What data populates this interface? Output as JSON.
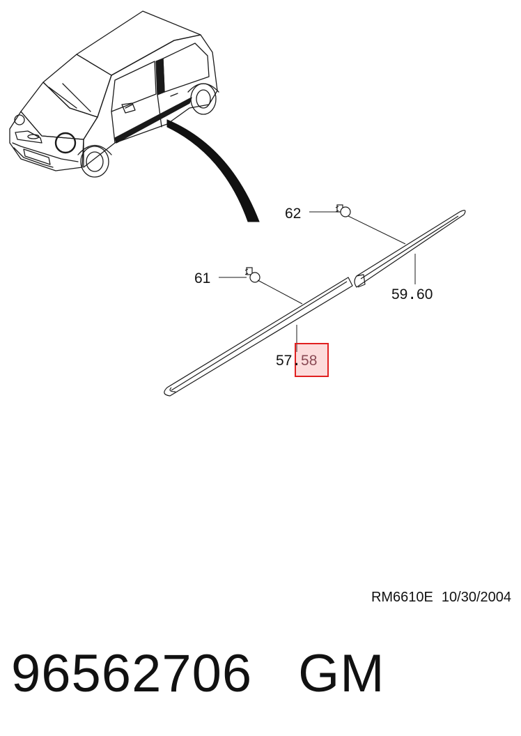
{
  "callouts": {
    "c62": "62",
    "c61": "61",
    "c5960_a": "59",
    "c5960_sep": ".",
    "c5960_b": "60",
    "c5758_a": "57",
    "c5758_sep": ".",
    "c5758_b": "58"
  },
  "drawing_ref": {
    "code": "RM6610E",
    "date": "10/30/2004"
  },
  "part": {
    "number": "96562706",
    "brand": "GM"
  },
  "colors": {
    "highlight_border": "#e02020",
    "highlight_fill": "#f5c6c6",
    "highlight_text": "#8a4a55"
  }
}
